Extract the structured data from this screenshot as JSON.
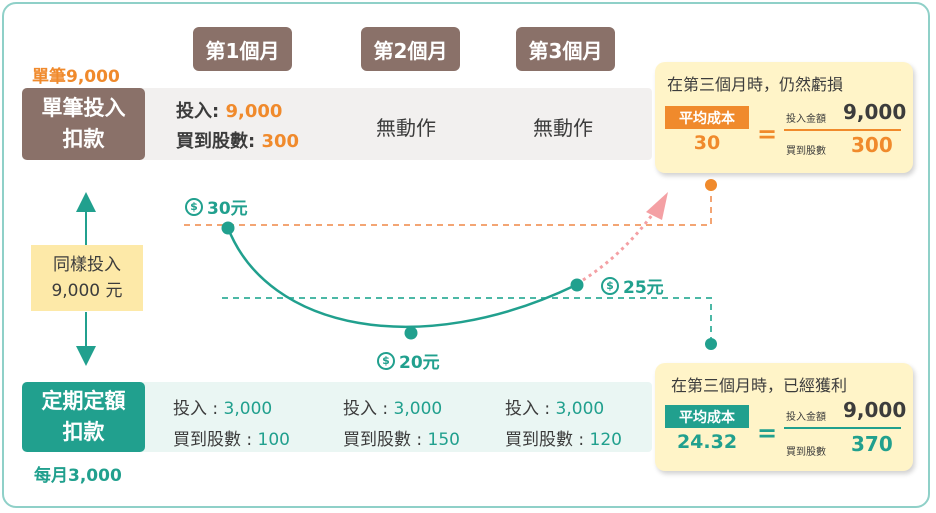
{
  "months": [
    "第1個月",
    "第2個月",
    "第3個月"
  ],
  "lump_sum": {
    "top_note": "單筆9,000",
    "label_line1": "單筆投入",
    "label_line2": "扣款",
    "m1_invest_label": "投入: ",
    "m1_invest_value": "9,000",
    "m1_shares_label": "買到股數: ",
    "m1_shares_value": "300",
    "m2_text": "無動作",
    "m3_text": "無動作"
  },
  "middle": {
    "same_line1": "同樣投入",
    "same_line2": "9,000 元",
    "price_1": "30元",
    "price_2": "20元",
    "price_3": "25元",
    "coin_symbol": "$"
  },
  "dca": {
    "label_line1": "定期定額",
    "label_line2": "扣款",
    "bottom_note": "每月3,000",
    "invest_label": "投入 : ",
    "shares_label": "買到股數 : ",
    "m1_invest": "3,000",
    "m1_shares": "100",
    "m2_invest": "3,000",
    "m2_shares": "150",
    "m3_invest": "3,000",
    "m3_shares": "120"
  },
  "card_top": {
    "title": "在第三個月時，仍然虧損",
    "badge": "平均成本",
    "avg": "30",
    "eq": "=",
    "invest_label": "投入金額",
    "invest_value": "9,000",
    "shares_label": "買到股數",
    "shares_value": "300"
  },
  "card_bottom": {
    "title": "在第三個月時，已經獲利",
    "badge": "平均成本",
    "avg": "24.32",
    "eq": "=",
    "invest_label": "投入金額",
    "invest_value": "9,000",
    "shares_label": "買到股數",
    "shares_value": "370"
  },
  "colors": {
    "brown": "#8a7169",
    "teal": "#21a08e",
    "orange": "#f08a2c",
    "pink_arrow": "#f4a0a4",
    "card_bg": "#fff4c8",
    "yellow_box": "#fde9a8"
  }
}
